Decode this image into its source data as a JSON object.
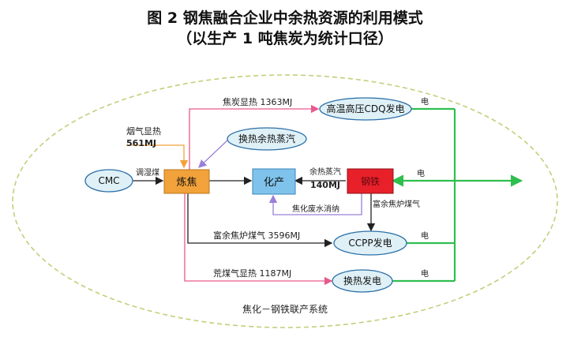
{
  "title": "图 2  钢焦融合企业中余热资源的利用模式",
  "subtitle": "（以生产 1 吨焦炭为统计口径）",
  "nodes": {
    "cmc": "CMC",
    "coking": "炼焦",
    "chem": "化产",
    "steel": "钢铁",
    "cdq": "高温高压CDQ发电",
    "steam_exchange": "换热余热蒸汽",
    "ccpp": "CCPP发电",
    "heat_power": "换热发电"
  },
  "labels": {
    "coke_heat": "焦炭显热  1363MJ",
    "flue_heat_name": "烟气显热",
    "flue_heat_value": "561MJ",
    "coal_in": "调湿煤",
    "waste_steam_name": "余热蒸汽",
    "waste_steam_value": "140MJ",
    "wastewater": "焦化废水消纳",
    "surplus_gas_short": "富余焦炉煤气",
    "surplus_gas": "富余焦炉煤气  3596MJ",
    "raw_gas_heat": "荒煤气显热  1187MJ",
    "elec_1": "电",
    "elec_2": "电",
    "elec_3": "电",
    "elec_4": "电",
    "system": "焦化－钢铁联产系统"
  },
  "colors": {
    "coking": "#f2a23a",
    "chem": "#7fc3ec",
    "steel": "#e8202a",
    "ellipse_fill": "#dff1f7",
    "ellipse_stroke": "#2c6fa8",
    "green": "#2fbf4f",
    "pink": "#e85a8c",
    "orange": "#f2a23a",
    "purple": "#9a7fd8",
    "dark": "#222222",
    "boundary": "#c3cf7a"
  }
}
